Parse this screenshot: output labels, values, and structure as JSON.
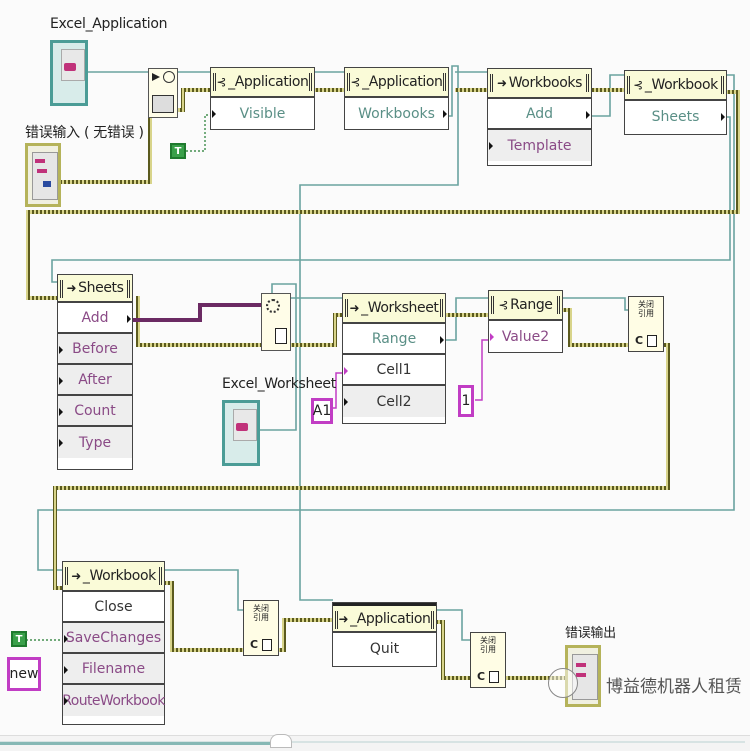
{
  "labels": {
    "excel_application": "Excel_Application",
    "error_in": "错误输入 ( 无错误 )",
    "excel_worksheet": "Excel_Worksheet",
    "error_out": "错误输出"
  },
  "nodes": {
    "app_visible": {
      "class": "_Application",
      "kind": "property",
      "items": [
        "Visible"
      ]
    },
    "app_workbooks": {
      "class": "_Application",
      "kind": "property",
      "items": [
        "Workbooks"
      ]
    },
    "workbooks_add": {
      "class": "Workbooks",
      "kind": "method",
      "items": [
        "Add",
        "Template"
      ]
    },
    "workbook_sheets": {
      "class": "_Workbook",
      "kind": "property",
      "items": [
        "Sheets"
      ]
    },
    "sheets_add": {
      "class": "Sheets",
      "kind": "method",
      "items": [
        "Add",
        "Before",
        "After",
        "Count",
        "Type"
      ]
    },
    "worksheet_range": {
      "class": "_Worksheet",
      "kind": "method",
      "items": [
        "Range",
        "Cell1",
        "Cell2"
      ]
    },
    "range_value2": {
      "class": "Range",
      "kind": "property",
      "items": [
        "Value2"
      ]
    },
    "workbook_close": {
      "class": "_Workbook",
      "kind": "method",
      "items": [
        "Close",
        "SaveChanges",
        "Filename",
        "RouteWorkbook"
      ]
    },
    "app_quit": {
      "class": "_Application",
      "kind": "method",
      "items": [
        "Quit"
      ]
    }
  },
  "constants": {
    "bool_true_1": "T",
    "bool_true_2": "T",
    "cell_a1": "A1",
    "value_1": "1",
    "filename_new": "new"
  },
  "close_ref_label": "关闭引用",
  "close_ref_c": "C",
  "colors": {
    "error_wire": "#b8b35a",
    "refnum_wire": "#5f9a97",
    "string_wire": "#c13dc4",
    "variant_wire": "#6b2a63",
    "bool_wire": "#1f7a2e"
  },
  "watermark": "博益德机器人租赁"
}
